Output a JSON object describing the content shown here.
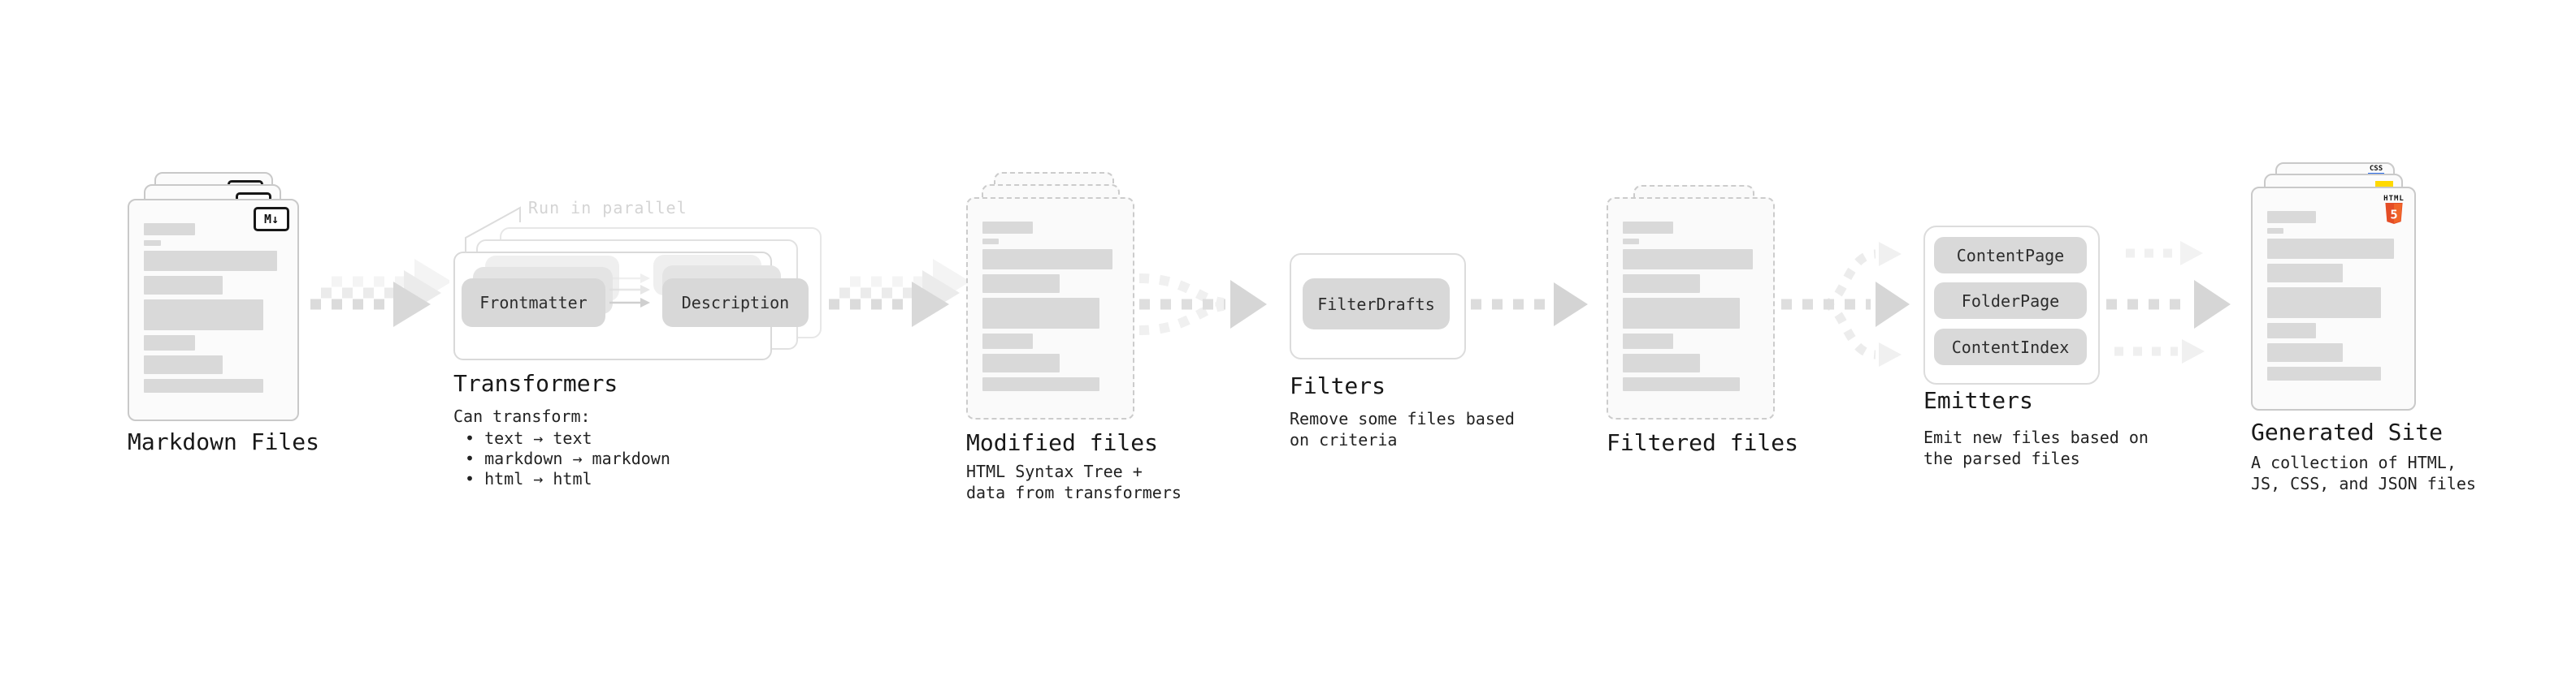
{
  "colors": {
    "file_border": "#c9c9c9",
    "placeholder_bar": "#d9d9d9",
    "pill_bg": "#d8d8d8",
    "arrow": "#d9d9d9",
    "arrow_faint": "#efefef",
    "text": "#1f1f1f",
    "callout_text": "#d4d4d4",
    "html5_orange": "#e44d26",
    "js_yellow": "#ffd900",
    "css_blue": "#2b6be8"
  },
  "markdown": {
    "label": "Markdown Files",
    "icon_text": "M↓"
  },
  "transformers": {
    "callout": "Run in parallel",
    "pill_left": "Frontmatter",
    "pill_right": "Description",
    "label": "Transformers",
    "desc_title": "Can transform:",
    "bullet1": "• text → text",
    "bullet2": "• markdown → markdown",
    "bullet3": "• html → html"
  },
  "modified": {
    "label": "Modified files",
    "desc1": "HTML Syntax Tree +",
    "desc2": "data from transformers"
  },
  "filters": {
    "label": "Filters",
    "pill": "FilterDrafts",
    "desc1": "Remove some files based",
    "desc2": "on criteria"
  },
  "filtered": {
    "label": "Filtered files"
  },
  "emitters": {
    "label": "Emitters",
    "pill1": "ContentPage",
    "pill2": "FolderPage",
    "pill3": "ContentIndex",
    "desc1": "Emit new files based on",
    "desc2": "the parsed files"
  },
  "generated": {
    "label": "Generated Site",
    "desc1": "A collection of HTML,",
    "desc2": "JS, CSS, and JSON files",
    "html5_label": "HTML",
    "html5_number": "5",
    "css_label": "CSS"
  }
}
